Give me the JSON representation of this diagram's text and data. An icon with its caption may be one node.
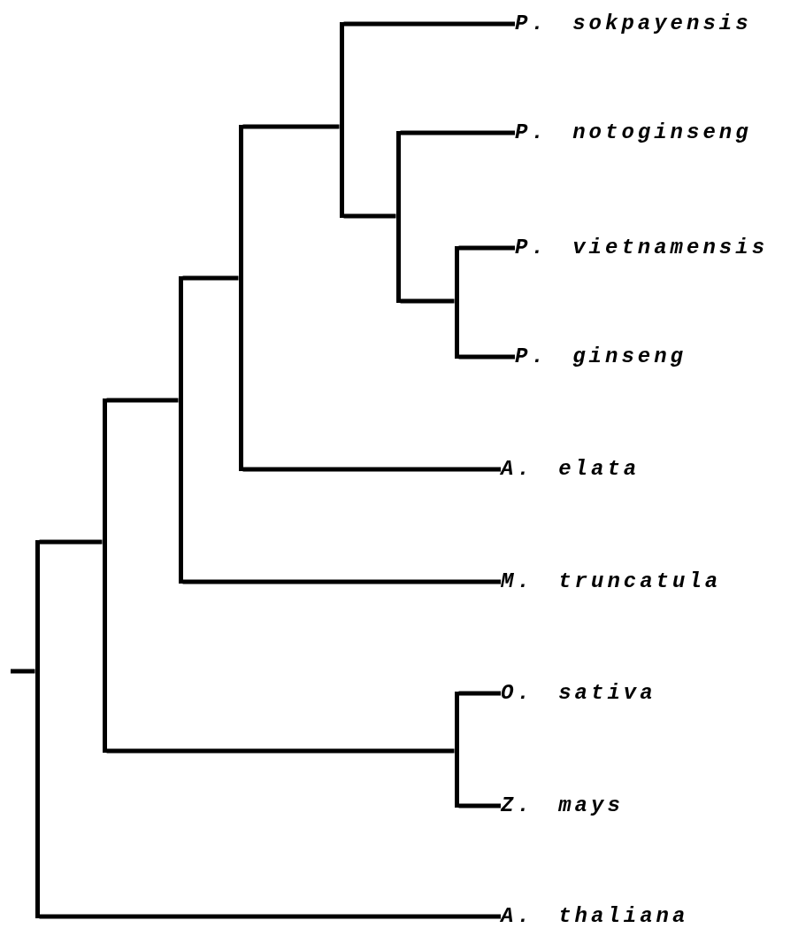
{
  "diagram": {
    "nodes": [
      {
        "text": [
          "P. sokpayensis"
        ]
      },
      {
        "text": [
          "P. notoginseng"
        ]
      },
      {
        "text": [
          "P. vietnamensis"
        ]
      },
      {
        "text": [
          "P. ginseng"
        ]
      },
      {
        "text": [
          "A. elata"
        ]
      },
      {
        "text": [
          "M. truncatula"
        ]
      },
      {
        "text": [
          "O. sativa"
        ]
      },
      {
        "text": [
          "Z. mays"
        ]
      },
      {
        "text": [
          "A. thaliana"
        ]
      },
      {
        "text": [],
        "shape": "bar"
      },
      {
        "text": [],
        "shape": "bar"
      },
      {
        "text": [],
        "shape": "bar"
      },
      {
        "text": [],
        "shape": "bar"
      },
      {
        "text": [],
        "shape": "bar"
      },
      {
        "text": [],
        "shape": "bar"
      },
      {
        "text": [],
        "shape": "bar"
      },
      {
        "text": [],
        "shape": "bar"
      }
    ],
    "edges": [
      {
        "from": null,
        "to": 9,
        "arrow": "none"
      },
      {
        "from": 9,
        "to": 10,
        "arrow": "none"
      },
      {
        "from": 9,
        "to": 8,
        "arrow": "none"
      },
      {
        "from": 10,
        "to": 11,
        "arrow": "none"
      },
      {
        "from": 10,
        "to": 16,
        "arrow": "none"
      },
      {
        "from": 11,
        "to": 12,
        "arrow": "none"
      },
      {
        "from": 11,
        "to": 5,
        "arrow": "none"
      },
      {
        "from": 12,
        "to": 13,
        "arrow": "none"
      },
      {
        "from": 12,
        "to": 4,
        "arrow": "none"
      },
      {
        "from": 13,
        "to": 0,
        "arrow": "none"
      },
      {
        "from": 13,
        "to": 14,
        "arrow": "none"
      },
      {
        "from": 14,
        "to": 1,
        "arrow": "none"
      },
      {
        "from": 14,
        "to": 15,
        "arrow": "none"
      },
      {
        "from": 15,
        "to": 2,
        "arrow": "none"
      },
      {
        "from": 15,
        "to": 3,
        "arrow": "none"
      },
      {
        "from": 16,
        "to": 6,
        "arrow": "none"
      },
      {
        "from": 16,
        "to": 7,
        "arrow": "none"
      }
    ]
  }
}
